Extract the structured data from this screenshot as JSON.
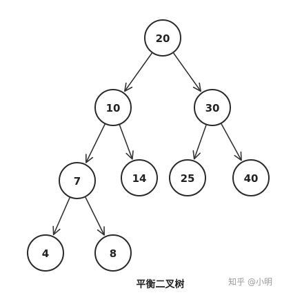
{
  "caption": "平衡二叉树",
  "watermark": "知乎 @小明",
  "colors": {
    "stroke": "#2a2a2a",
    "node_fill": "#ffffff",
    "text": "#222222",
    "watermark": "#9a9a9a"
  },
  "tree": {
    "nodes": [
      {
        "id": "n20",
        "label": "20"
      },
      {
        "id": "n10",
        "label": "10"
      },
      {
        "id": "n30",
        "label": "30"
      },
      {
        "id": "n7",
        "label": "7"
      },
      {
        "id": "n14",
        "label": "14"
      },
      {
        "id": "n25",
        "label": "25"
      },
      {
        "id": "n40",
        "label": "40"
      },
      {
        "id": "n4",
        "label": "4"
      },
      {
        "id": "n8",
        "label": "8"
      }
    ],
    "edges": [
      {
        "from": "n20",
        "to": "n10"
      },
      {
        "from": "n20",
        "to": "n30"
      },
      {
        "from": "n10",
        "to": "n7"
      },
      {
        "from": "n10",
        "to": "n14"
      },
      {
        "from": "n30",
        "to": "n25"
      },
      {
        "from": "n30",
        "to": "n40"
      },
      {
        "from": "n7",
        "to": "n4"
      },
      {
        "from": "n7",
        "to": "n8"
      }
    ]
  }
}
